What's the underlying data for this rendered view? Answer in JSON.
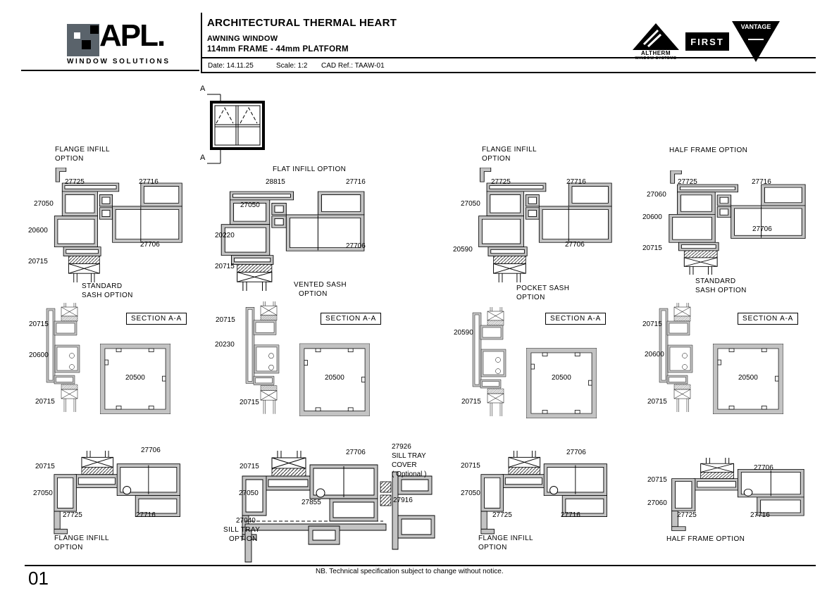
{
  "page": {
    "page_number": "01",
    "note": "NB. Technical specification subject to change without notice."
  },
  "colors": {
    "profile_gray": "#c3c3c3",
    "brand_square_gray": "#5a636b",
    "ink": "#000000"
  },
  "header": {
    "brand": {
      "name": "APL.",
      "tagline": "WINDOW SOLUTIONS"
    },
    "title": "ARCHITECTURAL THERMAL HEART",
    "subtitle": "AWNING WINDOW",
    "platform": "114mm FRAME - 44mm PLATFORM",
    "meta": {
      "date": "Date: 14.11.25",
      "scale": "Scale: 1:2",
      "cad": "CAD Ref.: TAAW-01"
    },
    "partner_logos": {
      "altherm_line1": "ALTHERM",
      "altherm_line2": "WINDOW SYSTEMS",
      "first": "FIRST",
      "vantage": "VANTAGE"
    }
  },
  "elevation": {
    "marker_top": "A",
    "marker_bottom": "A"
  },
  "details": [
    {
      "title": [
        "FLANGE INFILL",
        "OPTION"
      ],
      "labels": [
        "27725",
        "27716",
        "27050",
        "20600",
        "27706",
        "20715"
      ],
      "caption": [
        "STANDARD",
        "SASH OPTION"
      ]
    },
    {
      "title": [
        "FLAT INFILL OPTION"
      ],
      "labels": [
        "28815",
        "27716",
        "27050",
        "20220",
        "27706",
        "20715"
      ],
      "caption": [
        "VENTED SASH",
        "OPTION"
      ]
    },
    {
      "title": [
        "FLANGE INFILL",
        "OPTION"
      ],
      "labels": [
        "27725",
        "27716",
        "27050",
        "20590",
        "27706"
      ],
      "caption": [
        "POCKET SASH",
        "OPTION"
      ]
    },
    {
      "title": [
        "HALF FRAME OPTION"
      ],
      "labels": [
        "27725",
        "27716",
        "27060",
        "20600",
        "27706",
        "20715"
      ],
      "caption": [
        "STANDARD",
        "SASH OPTION"
      ]
    },
    {
      "section": "SECTION A-A",
      "labels": [
        "20715",
        "20600",
        "20500",
        "20715"
      ]
    },
    {
      "section": "SECTION A-A",
      "labels": [
        "20715",
        "20230",
        "20500",
        "20715"
      ]
    },
    {
      "section": "SECTION A-A",
      "labels": [
        "20590",
        "20500",
        "20715"
      ]
    },
    {
      "section": "SECTION A-A",
      "labels": [
        "20715",
        "20600",
        "20500",
        "20715"
      ]
    },
    {
      "labels": [
        "27706",
        "20715",
        "27050",
        "27725",
        "27716"
      ],
      "caption": [
        "FLANGE INFILL",
        "OPTION"
      ]
    },
    {
      "labels": [
        "20715",
        "27050",
        "27706",
        "27855",
        "27040"
      ],
      "caption": [
        "SILL TRAY",
        "OPTION"
      ],
      "cover_note": [
        "27926",
        "SILL TRAY",
        "COVER",
        "( Optional )"
      ],
      "cover_part": "27916"
    },
    {
      "labels": [
        "27706",
        "20715",
        "27050",
        "27725",
        "27716"
      ],
      "caption": [
        "FLANGE INFILL",
        "OPTION"
      ]
    },
    {
      "labels": [
        "27706",
        "20715",
        "27060",
        "27725",
        "27716"
      ],
      "caption": [
        "HALF FRAME OPTION"
      ]
    }
  ]
}
